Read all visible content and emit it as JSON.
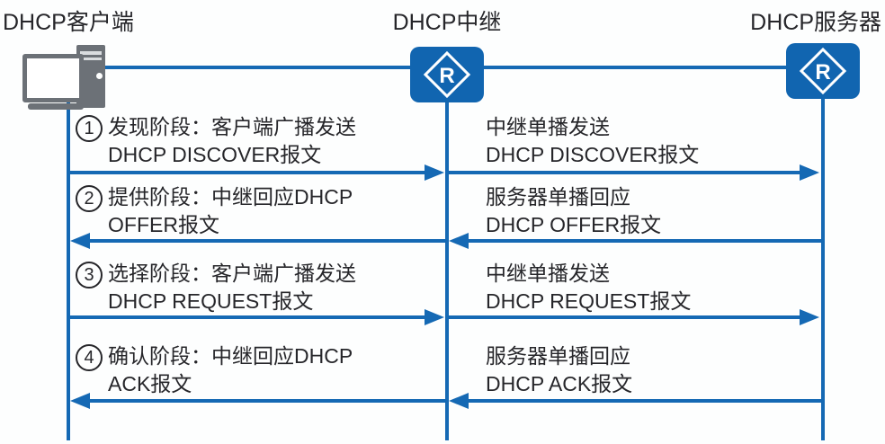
{
  "colors": {
    "line_blue": "#1569b4",
    "icon_blue": "#1165b0",
    "text": "#26262a"
  },
  "nodes": {
    "client": {
      "label": "DHCP客户端",
      "icon": "desktop-computer-icon"
    },
    "relay": {
      "label": "DHCP中继",
      "icon": "router-icon",
      "icon_letter": "R"
    },
    "server": {
      "label": "DHCP服务器",
      "icon": "router-icon",
      "icon_letter": "R"
    }
  },
  "messages": [
    {
      "step": "1",
      "direction": "right",
      "left_lines": [
        "发现阶段：客户端广播发送",
        "DHCP DISCOVER报文"
      ],
      "right_lines": [
        "中继单播发送",
        "DHCP DISCOVER报文"
      ]
    },
    {
      "step": "2",
      "direction": "left",
      "left_lines": [
        "提供阶段：中继回应DHCP",
        "OFFER报文"
      ],
      "right_lines": [
        "服务器单播回应",
        "DHCP OFFER报文"
      ]
    },
    {
      "step": "3",
      "direction": "right",
      "left_lines": [
        "选择阶段：客户端广播发送",
        "DHCP REQUEST报文"
      ],
      "right_lines": [
        "中继单播发送",
        "DHCP REQUEST报文"
      ]
    },
    {
      "step": "4",
      "direction": "left",
      "left_lines": [
        "确认阶段：中继回应DHCP",
        "ACK报文"
      ],
      "right_lines": [
        "服务器单播回应",
        "DHCP ACK报文"
      ]
    }
  ]
}
